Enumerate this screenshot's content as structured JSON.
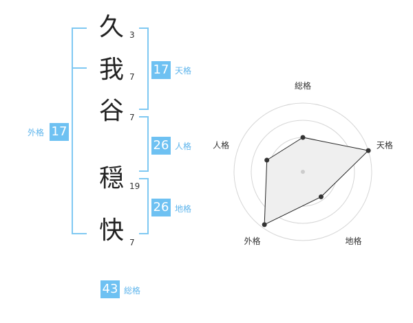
{
  "name_chars": [
    {
      "char": "久",
      "strokes": "3"
    },
    {
      "char": "我",
      "strokes": "7"
    },
    {
      "char": "谷",
      "strokes": "7"
    },
    {
      "char": "穏",
      "strokes": "19"
    },
    {
      "char": "快",
      "strokes": "7"
    }
  ],
  "fortunes": {
    "tenkaku": {
      "value": "17",
      "label": "天格"
    },
    "jinkaku": {
      "value": "26",
      "label": "人格"
    },
    "chikaku": {
      "value": "26",
      "label": "地格"
    },
    "gaikaku": {
      "value": "17",
      "label": "外格"
    },
    "soukaku": {
      "value": "43",
      "label": "総格"
    }
  },
  "chart_data": {
    "type": "radar",
    "axes": [
      "総格",
      "天格",
      "地格",
      "外格",
      "人格"
    ],
    "values": [
      0.5,
      1.0,
      0.45,
      0.95,
      0.55
    ],
    "rings": 4,
    "colors": {
      "fill": "#efefef",
      "line": "#222222",
      "ring": "#d5d5d5"
    }
  }
}
